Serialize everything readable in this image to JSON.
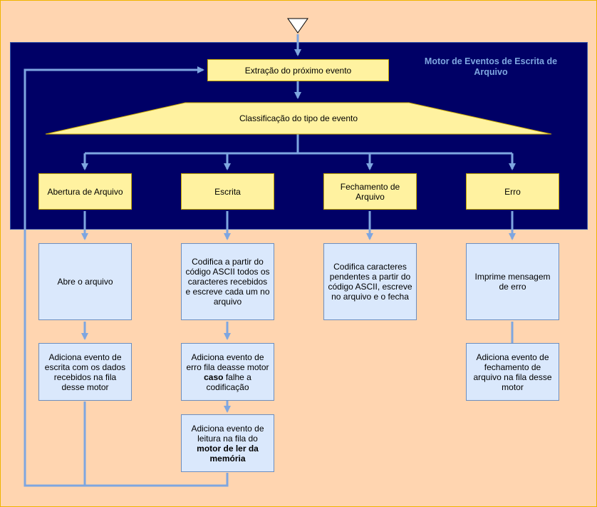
{
  "colors": {
    "background": "#ffd5b0",
    "panel": "#000066",
    "panel_title": "#7ea6e0",
    "process_fill": "#fff2a0",
    "action_fill": "#dae8fc",
    "arrow": "#7ea6e0"
  },
  "engine": {
    "title": "Motor de Eventos de Escrita de Arquivo",
    "extract": "Extração do próximo evento",
    "classify": "Classificação do tipo de evento"
  },
  "event_types": {
    "open": "Abertura de Arquivo",
    "write": "Escrita",
    "close": "Fechamento de Arquivo",
    "error": "Erro"
  },
  "actions": {
    "open_file": "Abre o arquivo",
    "open_enqueue": "Adiciona evento de escrita com os dados recebidos na fila desse motor",
    "write_encode": "Codifica a partir do código ASCII todos os caracteres recebidos e escreve cada um no arquivo",
    "write_error_prefix": "Adiciona evento de erro fila deasse motor ",
    "write_error_bold": "caso",
    "write_error_suffix": " falhe a codificação",
    "write_read_prefix": "Adiciona evento de leitura na fila do ",
    "write_read_bold": "motor de ler da memória",
    "close_encode": "Codifica caracteres pendentes a partir do código ASCII, escreve no arquivo e o fecha",
    "error_print": "Imprime mensagem de erro",
    "error_enqueue": "Adiciona evento de fechamento de arquivo na fila desse motor"
  }
}
